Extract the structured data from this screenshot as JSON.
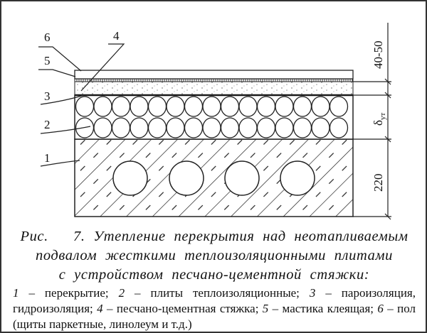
{
  "diagram": {
    "labels": [
      "1",
      "2",
      "3",
      "4",
      "5",
      "6"
    ],
    "dimensions": {
      "top": "40-50",
      "insulation": "δ",
      "insulation_sub": "ут",
      "slab": "220"
    }
  },
  "caption": {
    "line1": "Рис.   7. Утепление перекрытия над неотапливаемым",
    "line2": "подвалом жесткими теплоизоляционными плитами",
    "line3": "с устройством песчано-цементной стяжки:"
  },
  "legend": [
    {
      "num": "1",
      "text": " – перекрытие; "
    },
    {
      "num": "2",
      "text": " – плиты теплоизоляционные; "
    },
    {
      "num": "3",
      "text": " – пароизоляция, гидроизоляция; "
    },
    {
      "num": "4",
      "text": " – песчано-цементная стяжка; "
    },
    {
      "num": "5",
      "text": " – мастика клеящая; "
    },
    {
      "num": "6",
      "text": " – пол (щиты паркетные, линолеум и т.д.)"
    }
  ]
}
